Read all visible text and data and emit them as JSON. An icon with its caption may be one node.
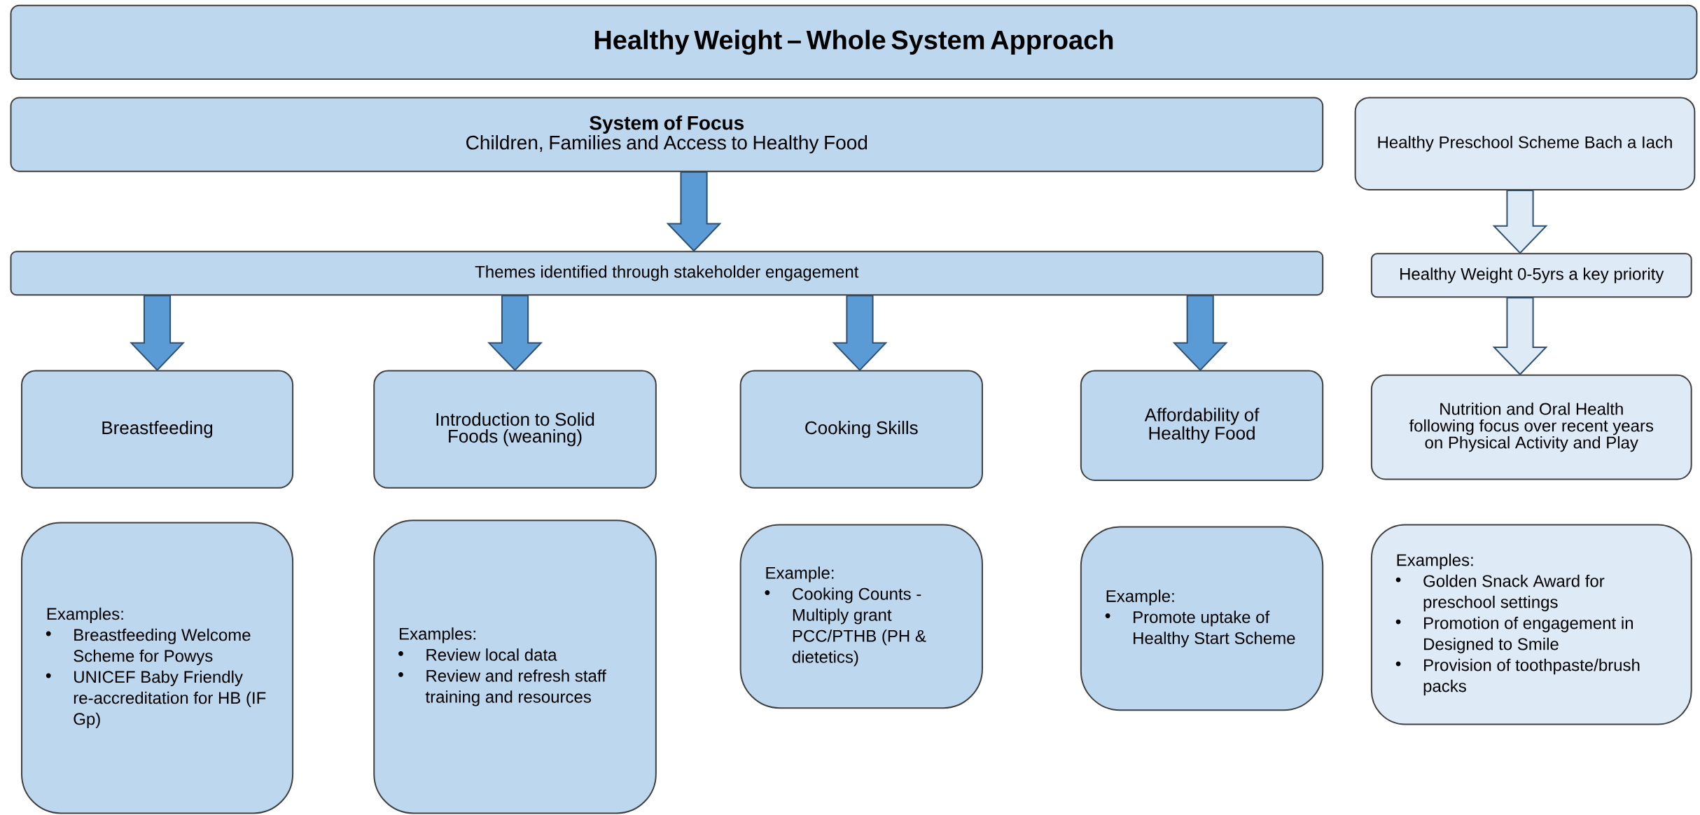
{
  "diagram": {
    "nodes": [
      {
        "text": [
          "Healthy Weight – Whole System Approach"
        ]
      },
      {
        "text": [
          "System of Focus",
          "Children, Families and Access to Healthy Food"
        ]
      },
      {
        "text": [
          "Healthy Preschool Scheme Bach a Iach"
        ]
      },
      {
        "text": [
          "Themes identified through stakeholder engagement"
        ]
      },
      {
        "text": [
          "Healthy Weight 0-5yrs a key priority"
        ]
      },
      {
        "text": [
          "Breastfeeding"
        ]
      },
      {
        "text": [
          "Introduction to Solid Foods (weaning)"
        ]
      },
      {
        "text": [
          "Cooking Skills"
        ]
      },
      {
        "text": [
          "Affordability of Healthy Food"
        ]
      },
      {
        "text": [
          "Nutrition and Oral Health following focus over recent years on Physical Activity and Play"
        ]
      },
      {
        "text": [
          "Examples:",
          "Breastfeeding Welcome Scheme for Powys",
          "UNICEF Baby Friendly re-accreditation for HB (IF Gp)"
        ]
      },
      {
        "text": [
          "Examples:",
          "Review local data",
          "Review and refresh staff training and resources"
        ]
      },
      {
        "text": [
          "Example:",
          "Cooking Counts - Multiply grant PCC/PTHB (PH & dietetics)"
        ]
      },
      {
        "text": [
          "Example:",
          "Promote uptake of Healthy Start Scheme"
        ]
      },
      {
        "text": [
          "Examples:",
          "Golden Snack Award for preschool settings",
          "Promotion of engagement in Designed to Smile",
          "Provision of toothpaste/brush packs"
        ]
      }
    ],
    "edges": [
      {
        "from": 1,
        "to": 3,
        "arrow": "to"
      },
      {
        "from": 3,
        "to": 5,
        "arrow": "to"
      },
      {
        "from": 3,
        "to": 6,
        "arrow": "to"
      },
      {
        "from": 3,
        "to": 7,
        "arrow": "to"
      },
      {
        "from": 3,
        "to": 8,
        "arrow": "to"
      },
      {
        "from": 2,
        "to": 4,
        "arrow": "to",
        "color": "#deebf7"
      },
      {
        "from": 4,
        "to": 9,
        "arrow": "to",
        "color": "#deebf7"
      }
    ]
  }
}
